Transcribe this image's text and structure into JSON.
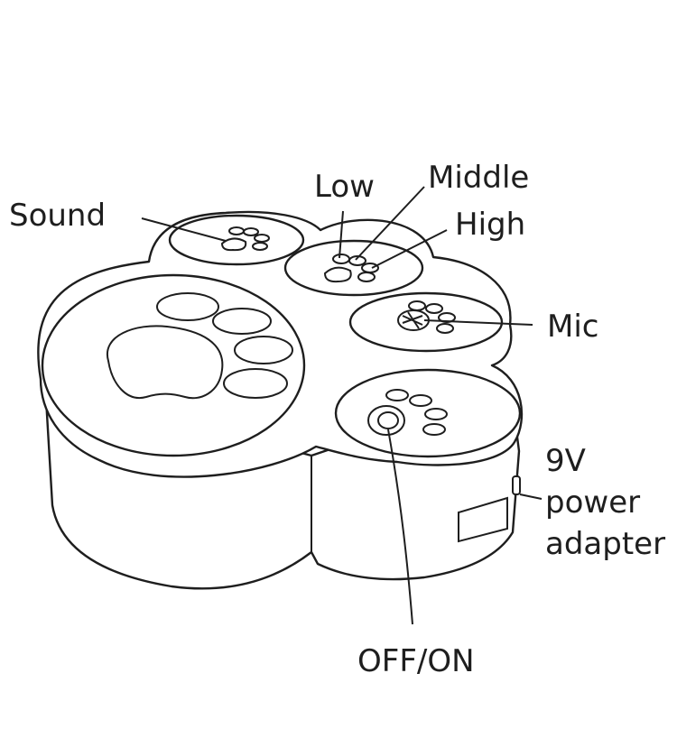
{
  "labels": {
    "sound": "Sound",
    "low": "Low",
    "middle": "Middle",
    "high": "High",
    "mic": "Mic",
    "power_line1": "9V",
    "power_line2": "power",
    "power_line3": "adapter",
    "switch": "OFF/ON"
  },
  "colors": {
    "ink": "#1e1e1e",
    "paper": "#ffffff"
  }
}
